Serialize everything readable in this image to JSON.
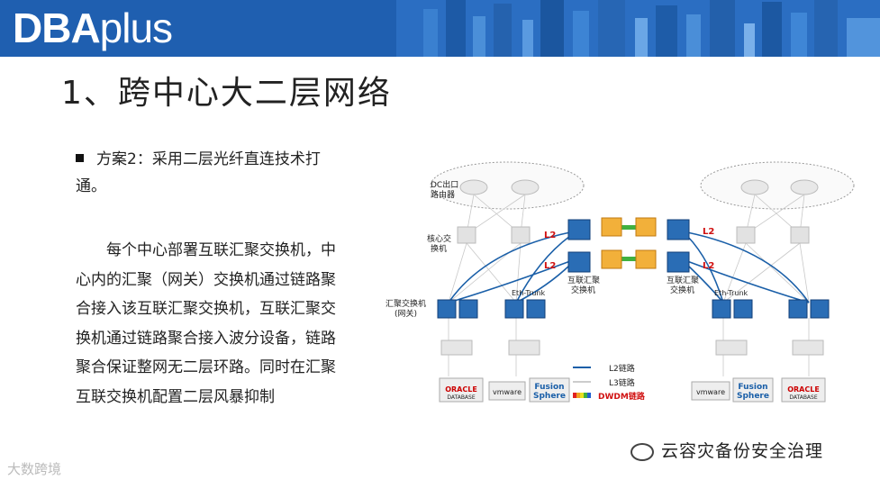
{
  "header": {
    "logo_bold": "DBA",
    "logo_light": "plus"
  },
  "title": "1、跨中心大二层网络",
  "bullet": "方案2：采用二层光纤直连技术打通。",
  "paragraph": "每个中心部署互联汇聚交换机，中心内的汇聚（网关）交换机通过链路聚合接入该互联汇聚交换机，互联汇聚交换机通过链路聚合接入波分设备，链路聚合保证整网无二层环路。同时在汇聚互联交换机配置二层风暴抑制",
  "diagram": {
    "label_dc": "DC出口",
    "label_router": "路由器",
    "label_core1": "核心交",
    "label_core2": "换机",
    "label_agg1": "汇聚交换机",
    "label_agg2": "(网关)",
    "label_ic_left1": "互联汇聚",
    "label_ic_left2": "交换机",
    "label_ic_right1": "互联汇聚",
    "label_ic_right2": "交换机",
    "l2": "L2",
    "eth_trunk": "Eth-Trunk",
    "legend_l2": "L2链路",
    "legend_l3": "L3链路",
    "legend_dwdm": "DWDM链路",
    "oracle": "ORACLE",
    "database": "DATABASE",
    "vmware": "vmware",
    "fusion": "Fusion",
    "sphere": "Sphere"
  },
  "footer": {
    "left": "大数跨境",
    "right": "云容灾备份安全治理"
  },
  "colors": {
    "banner": "#1f5fb0",
    "switch": "#2a6db5",
    "link_l2": "#1a5fa8",
    "accent_red": "#d01010"
  }
}
